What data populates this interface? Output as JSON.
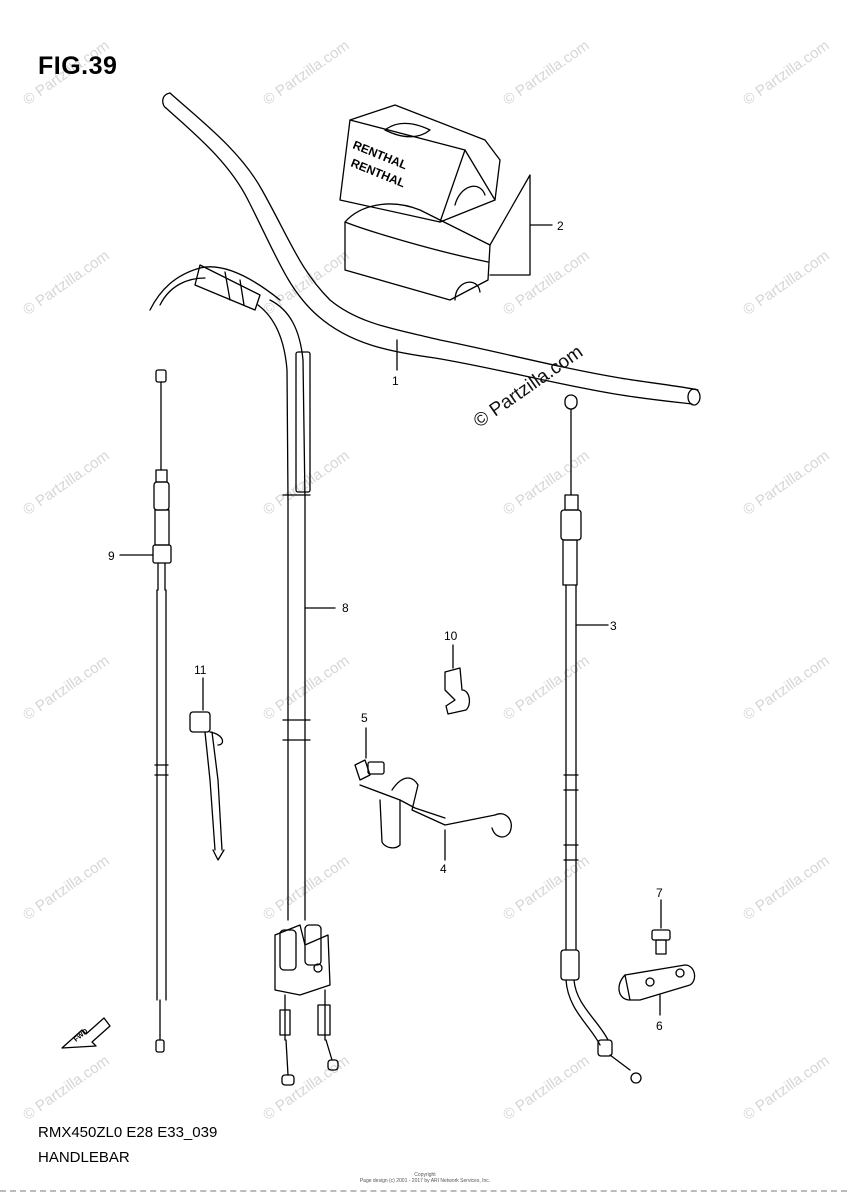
{
  "figure": {
    "title": "FIG.39",
    "code": "RMX450ZL0 E28 E33_039",
    "name": "HANDLEBAR"
  },
  "watermark": {
    "text": "© Partzilla.com",
    "overlay_text": "© Partzilla.com"
  },
  "copyright": {
    "line1": "Copyright",
    "line2": "Page design (c) 2001 - 2017 by ARI Network Services, Inc."
  },
  "callouts": [
    {
      "number": "1",
      "part": "handlebar"
    },
    {
      "number": "2",
      "part": "handlebar-pad"
    },
    {
      "number": "3",
      "part": "clutch-cable"
    },
    {
      "number": "4",
      "part": "cable-guide"
    },
    {
      "number": "5",
      "part": "guide-bolt"
    },
    {
      "number": "6",
      "part": "clamp"
    },
    {
      "number": "7",
      "part": "clamp-bolt"
    },
    {
      "number": "8",
      "part": "throttle-cable-set"
    },
    {
      "number": "9",
      "part": "hot-start-cable"
    },
    {
      "number": "10",
      "part": "cable-clamp"
    },
    {
      "number": "11",
      "part": "cable-tie"
    }
  ],
  "fwd_arrow": {
    "label": "FWD"
  },
  "pad_brand": "RENTHAL"
}
